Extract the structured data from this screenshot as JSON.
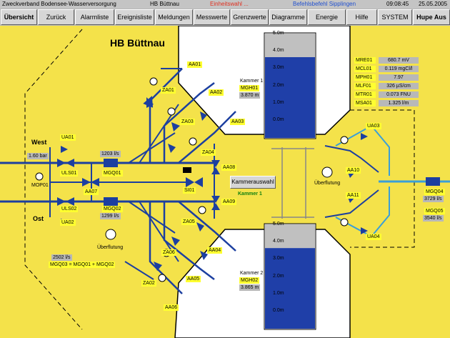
{
  "titlebar": {
    "org": "Zweckverband Bodensee-Wasserversorgung",
    "station": "HB Büttnau",
    "alarm": "Einheitswahl ...",
    "location": "Befehlsbefehl Sipplingen",
    "time": "09:08:45",
    "date": "25.05.2005"
  },
  "nav": [
    "Übersicht",
    "Zurück",
    "Alarmliste",
    "Ereignisliste",
    "Meldungen",
    "Messwerte",
    "Grenzwerte",
    "Diagramme",
    "Energie",
    "Hilfe",
    "SYSTEM",
    "Hupe Aus"
  ],
  "colors": {
    "background": "#f4e24a",
    "pipe": "#1c3fa0",
    "water": "#1f3fa8",
    "empty": "#c0c0c0",
    "tag": "#ffff30"
  },
  "scene": {
    "title": "HB Büttnau",
    "west": "West",
    "ost": "Ost",
    "pressure": "1.60 bar",
    "mop": "MOP01",
    "uls01": "ULS01",
    "uls02": "ULS02",
    "ua01": "UA01",
    "ua02": "UA02",
    "mgq01": "MGQ01",
    "mgq01_val": "1203 l/s",
    "mgq02": "MGQ02",
    "mgq02_val": "1299 l/s",
    "aa07": "AA07",
    "si01": "SI01",
    "overflow_left": "Überflutung",
    "total_val": "2502 l/s",
    "total_label": "MGQ03 = MGQ01 + MGQ02",
    "upper_valves": [
      "AA01",
      "ZA01",
      "AA02",
      "ZA03",
      "AA03",
      "ZA04"
    ],
    "aa08": "AA08",
    "aa09": "AA09",
    "lower_valves": [
      "ZA05",
      "AA04",
      "ZA06",
      "AA05",
      "ZA02",
      "AA06"
    ],
    "kammer_button": "Kammerauswahl",
    "kammer1_label": "Kammer 1",
    "overflow_mid": "Überflutung",
    "tank1": {
      "name": "Kammer 1",
      "tag": "MGH01",
      "value": "3.870 m",
      "level": 3.87,
      "max": 5.0
    },
    "tank2": {
      "name": "Kammer 2",
      "tag": "MGH02",
      "value": "3.865 m",
      "level": 3.865,
      "max": 5.0
    },
    "ticks": [
      "5.0m",
      "4.0m",
      "3.0m",
      "2.0m",
      "1.0m",
      "0.0m"
    ],
    "measurements": [
      {
        "name": "MRE01",
        "value": "680.7 mV"
      },
      {
        "name": "MCL01",
        "value": "0.119 mgCl/l"
      },
      {
        "name": "MPH01",
        "value": "7.97"
      },
      {
        "name": "MLF01",
        "value": "326 µS/cm"
      },
      {
        "name": "MTR01",
        "value": "0.073 FNU"
      },
      {
        "name": "MSA01",
        "value": "1.325 l/m"
      }
    ],
    "ua03": "UA03",
    "aa10": "AA10",
    "aa11": "AA11",
    "ua04": "UA04",
    "mgq04": "MGQ04",
    "mgq04_val": "3729 l/s",
    "mgq05": "MGQ05",
    "mgq05_val": "3540 l/s"
  }
}
